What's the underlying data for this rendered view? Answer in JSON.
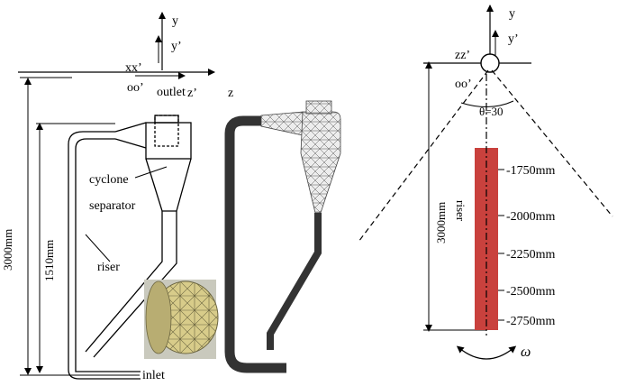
{
  "left_panel": {
    "axes": {
      "y": "y",
      "y_prime": "y’",
      "xx_prime": "xx’",
      "oo_prime": "oo’",
      "z_prime": "z’",
      "z": "z"
    },
    "labels": {
      "outlet": "outlet",
      "cyclone": "cyclone",
      "separator": "separator",
      "riser": "riser",
      "inlet": "inlet"
    },
    "dimensions": {
      "total_height": "3000mm",
      "riser_height": "1510mm"
    }
  },
  "right_panel": {
    "axes": {
      "y": "y",
      "y_prime": "y’",
      "zz_prime": "zz’",
      "oo_prime": "oo’"
    },
    "angle": "θ=30",
    "height": "3000mm",
    "riser_label": "riser",
    "positions": [
      "-1750mm",
      "-2000mm",
      "-2250mm",
      "-2500mm",
      "-2750mm"
    ],
    "rotation_symbol": "ω"
  },
  "colors": {
    "riser_fill": "#c9413d",
    "mesh_dark": "#333333",
    "mesh_inset": "#d8cc8a"
  }
}
